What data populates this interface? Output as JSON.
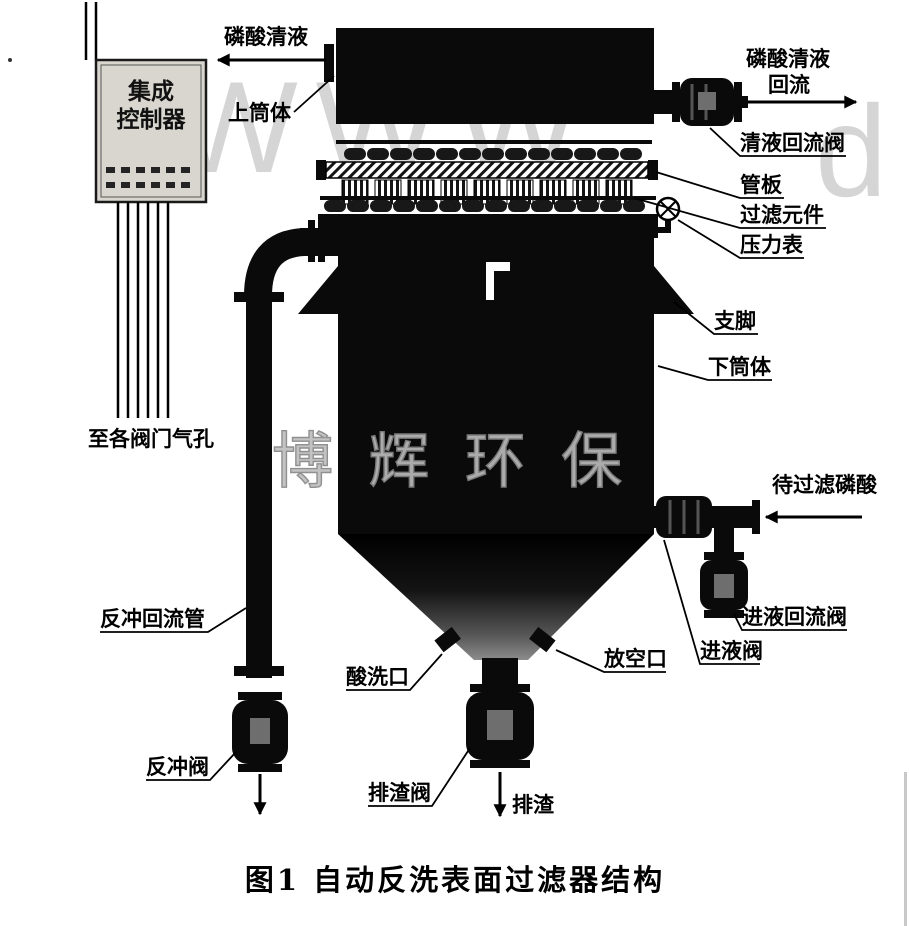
{
  "figure": {
    "caption": "图1  自动反洗表面过滤器结构"
  },
  "watermark": {
    "www": "WWW",
    "www_partial": "do",
    "center": "博 辉 环 保"
  },
  "controller": {
    "line1": "集成",
    "line2": "控制器"
  },
  "labels": {
    "clear_liquid_out": "磷酸清液",
    "upper_cylinder": "上筒体",
    "clear_liquid_return_line1": "磷酸清液",
    "clear_liquid_return_line2": "回流",
    "clear_return_valve": "清液回流阀",
    "tube_plate": "管板",
    "filter_element": "过滤元件",
    "pressure_gauge": "压力表",
    "support_leg": "支脚",
    "lower_cylinder": "下筒体",
    "to_valve_air_holes": "至各阀门气孔",
    "acid_to_filter": "待过滤磷酸",
    "inlet_return_valve": "进液回流阀",
    "inlet_valve": "进液阀",
    "backwash_return_pipe": "反冲回流管",
    "acid_wash_port": "酸洗口",
    "vent_port": "放空口",
    "backwash_valve": "反冲阀",
    "slag_discharge_valve": "排渣阀",
    "slag_discharge": "排渣"
  },
  "colors": {
    "ink": "#000000",
    "vessel": "#0a0a0a",
    "watermark_gray": "#c9c9c9",
    "controller_fill": "#d8d6ce"
  }
}
